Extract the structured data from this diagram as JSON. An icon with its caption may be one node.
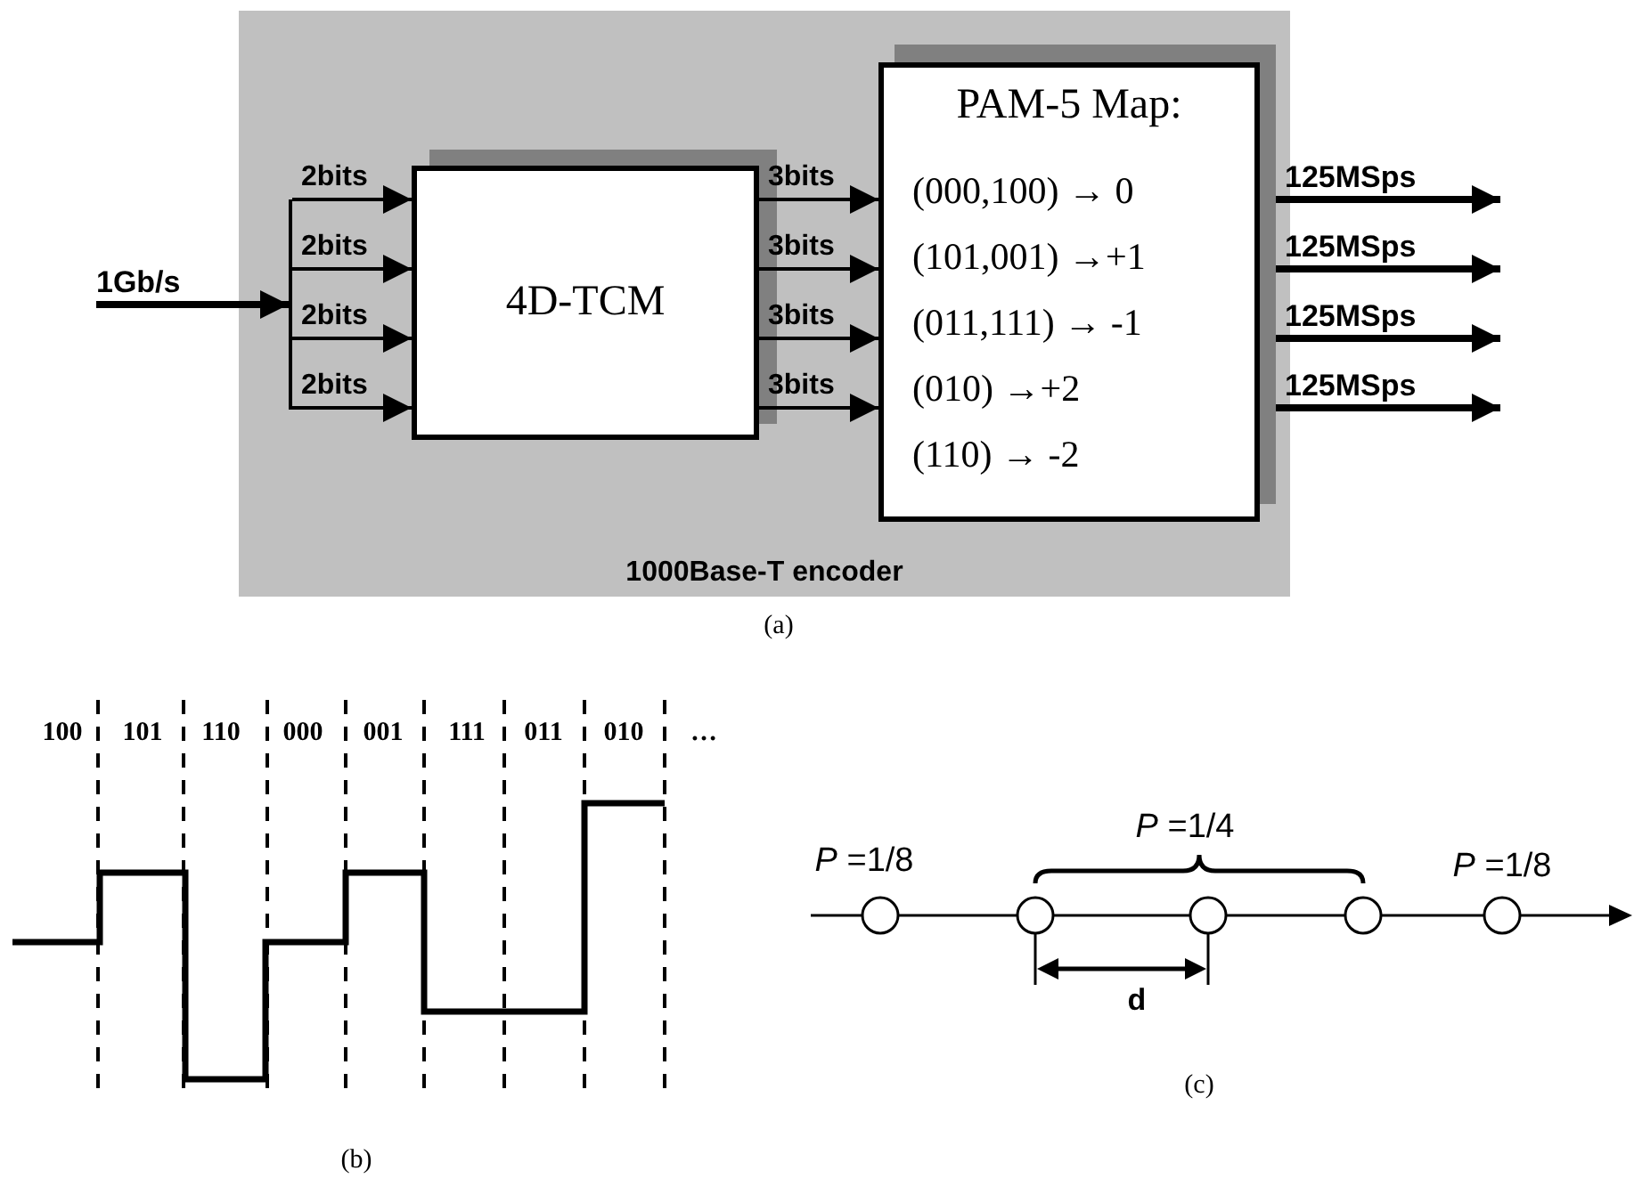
{
  "diagram": {
    "nodes": [
      {
        "text": [
          "1000Base-T encoder"
        ]
      },
      {
        "text": [],
        "shape": "bar",
        "in": 0
      },
      {
        "text": [
          "4D-TCM"
        ],
        "in": 0
      },
      {
        "text": [
          "PAM-5 Map:",
          "(000,100) → 0",
          "(101,001) →+1",
          "(011,111) → -1",
          "(010) →+2",
          "(110) → -2"
        ],
        "in": 0
      }
    ],
    "edges": [
      {
        "from": null,
        "to": 1,
        "arrow": "to",
        "label": "1Gb/s",
        "style": "thick"
      },
      {
        "from": 1,
        "to": 2,
        "arrow": "to",
        "label": "2bits"
      },
      {
        "from": 1,
        "to": 2,
        "arrow": "to",
        "label": "2bits"
      },
      {
        "from": 1,
        "to": 2,
        "arrow": "to",
        "label": "2bits"
      },
      {
        "from": 1,
        "to": 2,
        "arrow": "to",
        "label": "2bits"
      },
      {
        "from": 2,
        "to": 3,
        "arrow": "to",
        "label": "3bits"
      },
      {
        "from": 2,
        "to": 3,
        "arrow": "to",
        "label": "3bits"
      },
      {
        "from": 2,
        "to": 3,
        "arrow": "to",
        "label": "3bits"
      },
      {
        "from": 2,
        "to": 3,
        "arrow": "to",
        "label": "3bits"
      },
      {
        "from": 3,
        "to": null,
        "arrow": "to",
        "label": "125MSps",
        "style": "thick"
      },
      {
        "from": 3,
        "to": null,
        "arrow": "to",
        "label": "125MSps",
        "style": "thick"
      },
      {
        "from": 3,
        "to": null,
        "arrow": "to",
        "label": "125MSps",
        "style": "thick"
      },
      {
        "from": 3,
        "to": null,
        "arrow": "to",
        "label": "125MSps",
        "style": "thick"
      }
    ],
    "labels": [
      "(a)",
      "100",
      "101",
      "110",
      "000",
      "001",
      "111",
      "011",
      "010",
      "…",
      "*P* =1/8",
      "*P* =1/4",
      "*P* =1/8",
      "d",
      "(c)",
      "(b)"
    ]
  }
}
